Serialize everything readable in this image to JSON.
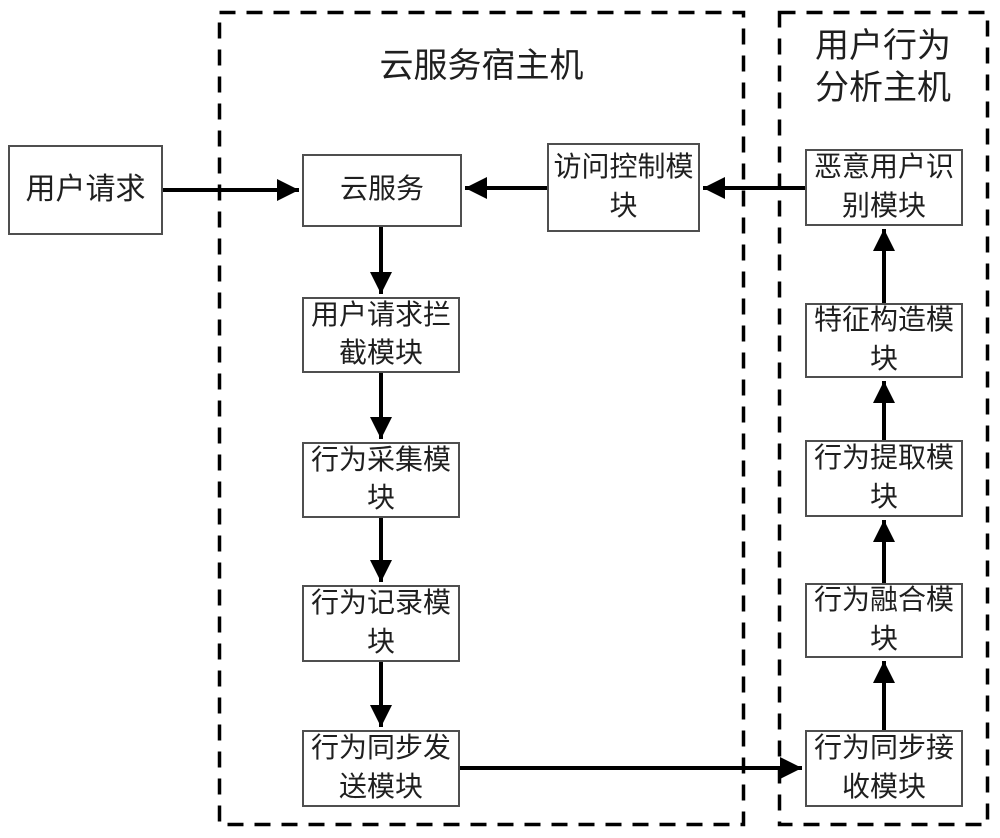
{
  "diagram": {
    "user_request": {
      "label": "用户请求"
    },
    "cloud_host": {
      "title": "云服务宿主机",
      "modules": {
        "cloud_service": "云服务",
        "access_control": "访问控制模块",
        "request_intercept": "用户请求拦截模块",
        "behavior_collect": "行为采集模块",
        "behavior_record": "行为记录模块",
        "behavior_sync_send": "行为同步发送模块"
      }
    },
    "analysis_host": {
      "title": "用户行为分析主机",
      "modules": {
        "malicious_user_identify": "恶意用户识别模块",
        "feature_construct": "特征构造模块",
        "behavior_extract": "行为提取模块",
        "behavior_fusion": "行为融合模块",
        "behavior_sync_receive": "行为同步接收模块"
      }
    },
    "colors": {
      "arrow_line": "#000000",
      "dashed_border": "#000000",
      "box_border": "#4f4f4f",
      "text": "#1f1f1f",
      "background": "#ffffff"
    }
  }
}
